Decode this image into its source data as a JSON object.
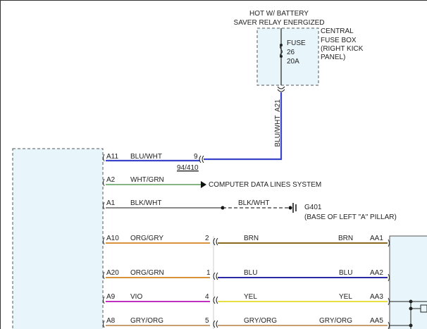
{
  "power_source": {
    "header_line1": "HOT W/ BATTERY",
    "header_line2": "SAVER RELAY ENERGIZED",
    "fuse_label": "FUSE",
    "fuse_number": "26",
    "fuse_rating": "20A",
    "fuse_box_line1": "CENTRAL",
    "fuse_box_line2": "FUSE BOX",
    "fuse_box_line3": "(RIGHT KICK",
    "fuse_box_line4": "PANEL)",
    "output_pin": "A21",
    "output_wire": "BLU/WHT"
  },
  "module_circuits": [
    {
      "pin": "A11",
      "wire": "BLU/WHT",
      "connector_pin": "9",
      "ref": "94/410",
      "color": "#3a44c8"
    },
    {
      "pin": "A2",
      "wire": "WHT/GRN",
      "dest": "COMPUTER DATA LINES SYSTEM",
      "color": "#3a8a3a"
    },
    {
      "pin": "A1",
      "wire": "BLK/WHT",
      "wire_continued": "BLK/WHT",
      "ground": "G401",
      "ground_location": "(BASE OF LEFT \"A\" PILLAR)",
      "color": "#333333"
    }
  ],
  "harness_circuits": [
    {
      "pin": "A10",
      "wire": "ORG/GRY",
      "connector_pin": "2",
      "right_wire_left": "BRN",
      "right_wire_right": "BRN",
      "end_pin": "AA1",
      "color_left": "#d8923c",
      "color_right": "#8b6a1f"
    },
    {
      "pin": "A20",
      "wire": "ORG/GRN",
      "connector_pin": "1",
      "right_wire_left": "BLU",
      "right_wire_right": "BLU",
      "end_pin": "AA2",
      "color_left": "#d8923c",
      "color_right": "#2a2aa8"
    },
    {
      "pin": "A9",
      "wire": "VIO",
      "connector_pin": "4",
      "right_wire_left": "YEL",
      "right_wire_right": "YEL",
      "end_pin": "AA3",
      "color_left": "#c030c0",
      "color_right": "#e8e040"
    },
    {
      "pin": "A8",
      "wire": "GRY/ORG",
      "connector_pin": "5",
      "right_wire_left": "GRY/ORG",
      "right_wire_right": "GRY/ORG",
      "end_pin": "AA5",
      "color_left": "#c8a070",
      "color_right": "#c8a070"
    }
  ],
  "colors": {
    "component_fill": "#e8f6fb",
    "component_border": "#555555",
    "blu_wht": "#3a44c8"
  }
}
